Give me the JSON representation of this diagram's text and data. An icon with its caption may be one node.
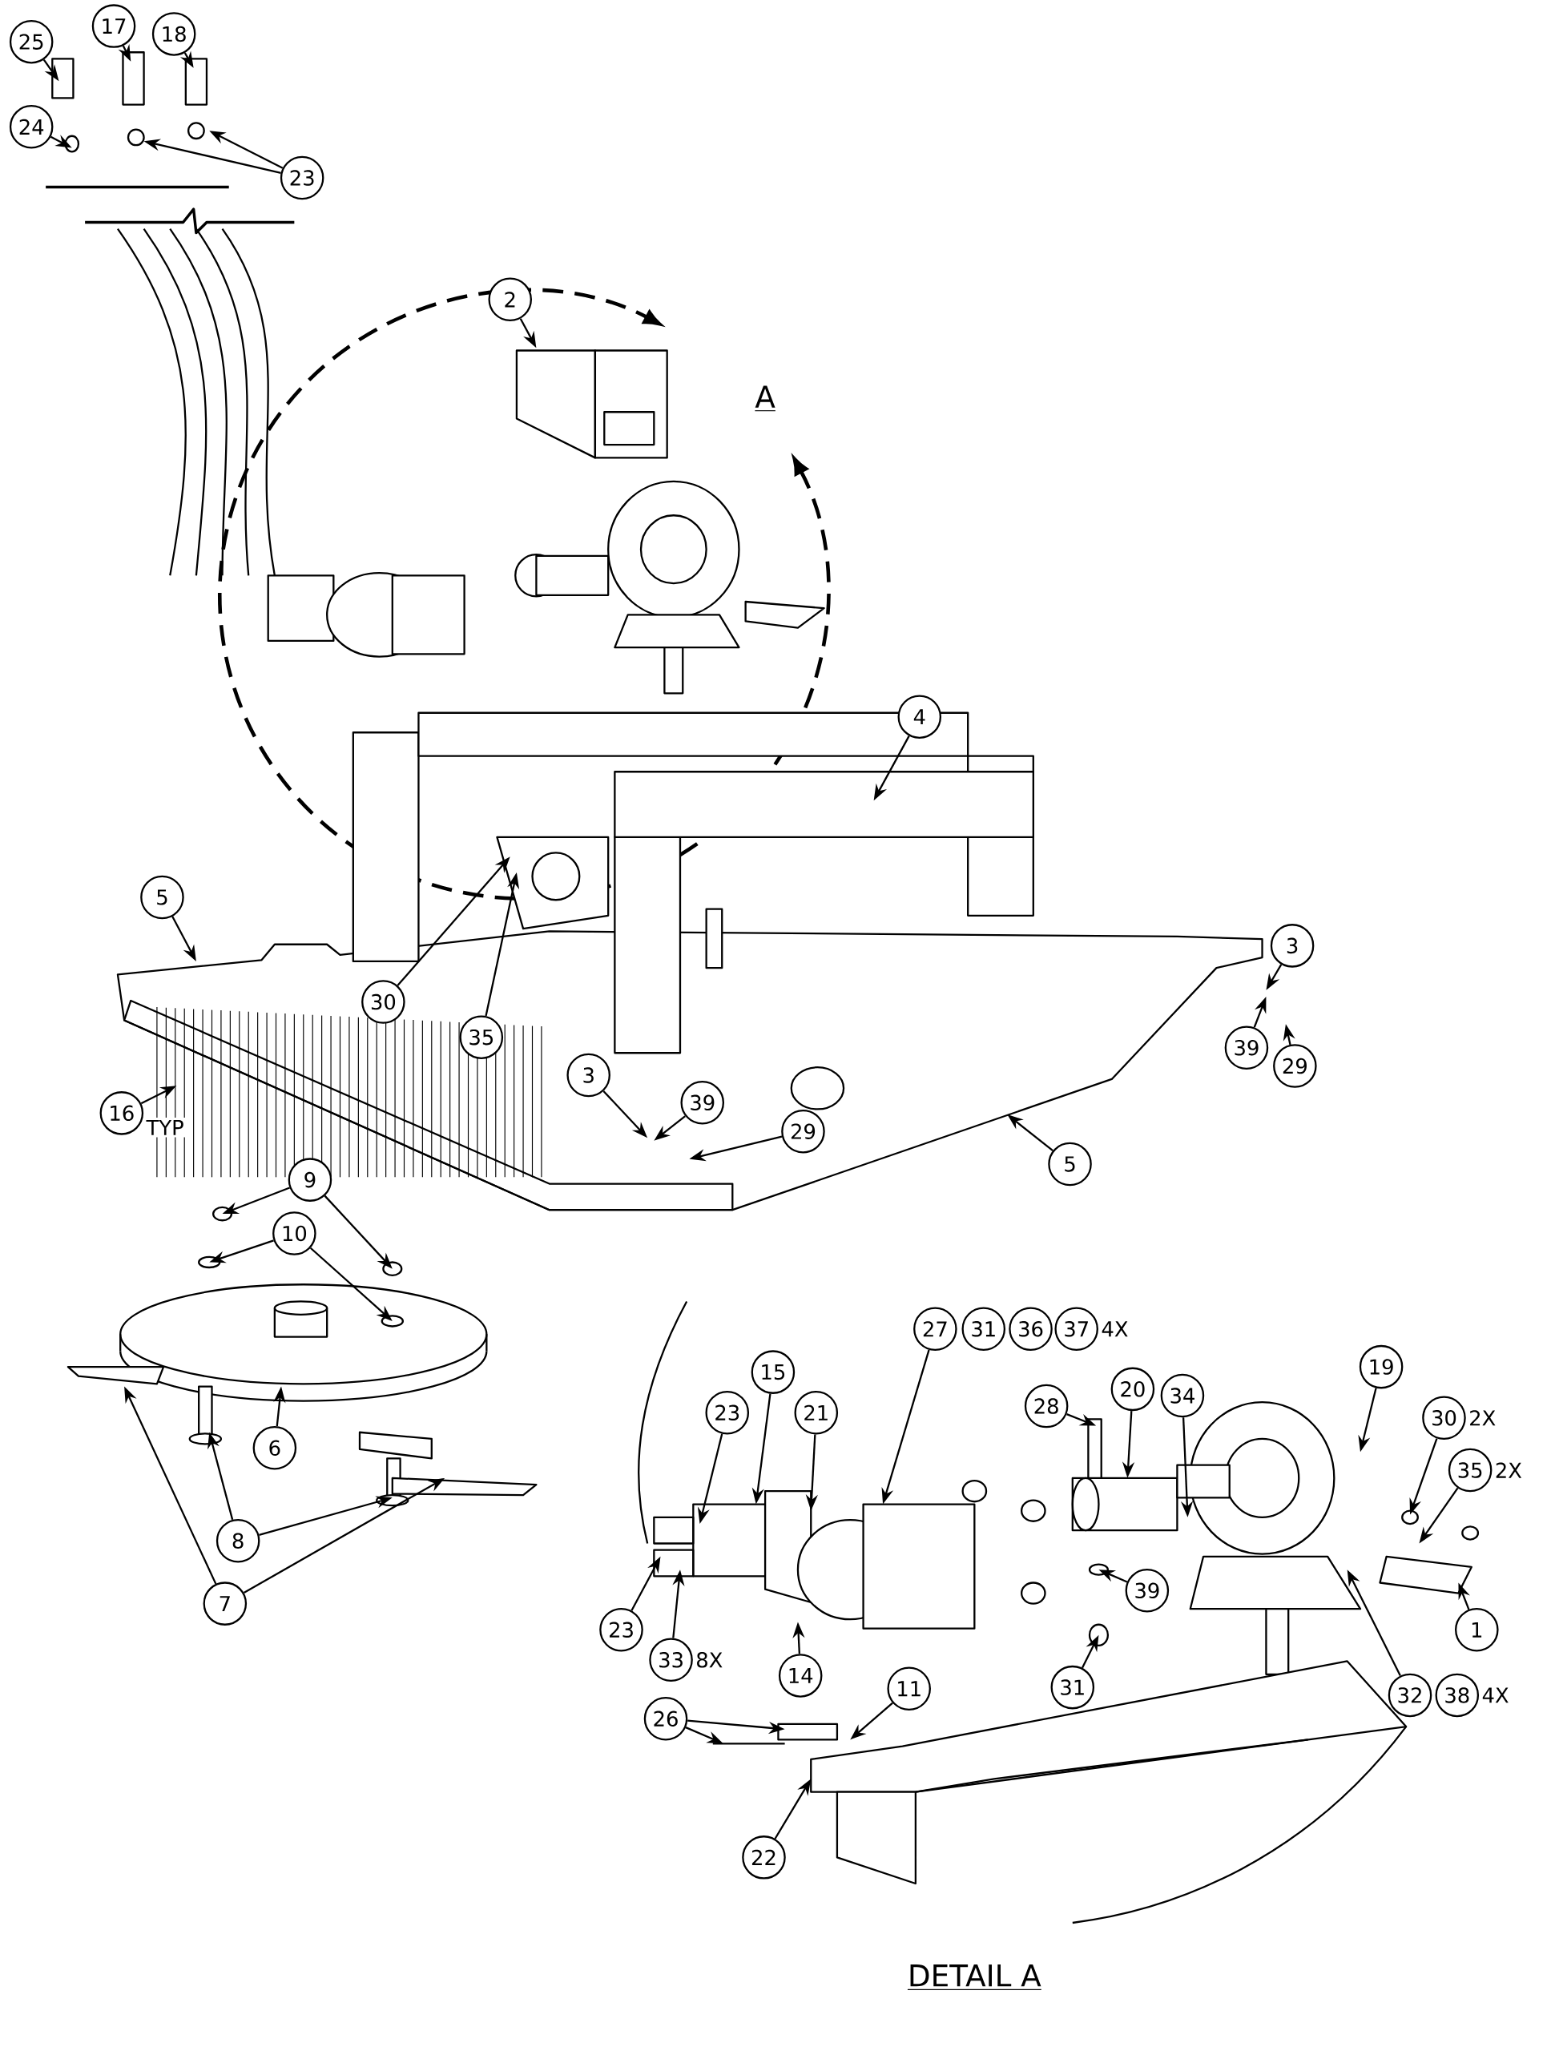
{
  "diagram": {
    "nodes": [
      {
        "text": [
          "25"
        ]
      },
      {
        "text": [
          "17"
        ]
      },
      {
        "text": [
          "18"
        ]
      },
      {
        "text": [
          "24"
        ]
      },
      {
        "text": [
          "23"
        ]
      },
      {
        "text": [
          "2"
        ]
      },
      {
        "text": [
          "4"
        ]
      },
      {
        "text": [
          "5"
        ]
      },
      {
        "text": [
          "3"
        ]
      },
      {
        "text": [
          "30"
        ]
      },
      {
        "text": [
          "35"
        ]
      },
      {
        "text": [
          "39"
        ]
      },
      {
        "text": [
          "29"
        ]
      },
      {
        "text": [
          "16"
        ],
        "beside": [
          "TYP"
        ]
      },
      {
        "text": [
          "3"
        ]
      },
      {
        "text": [
          "39"
        ]
      },
      {
        "text": [
          "29"
        ]
      },
      {
        "text": [
          "5"
        ]
      },
      {
        "text": [
          "9"
        ]
      },
      {
        "text": [
          "10"
        ]
      },
      {
        "text": [
          "6"
        ]
      },
      {
        "text": [
          "8"
        ]
      },
      {
        "text": [
          "7"
        ]
      },
      {
        "text": [
          "27"
        ]
      },
      {
        "text": [
          "31"
        ]
      },
      {
        "text": [
          "36"
        ]
      },
      {
        "text": [
          "37"
        ],
        "beside": [
          "4X"
        ]
      },
      {
        "text": [
          "15"
        ]
      },
      {
        "text": [
          "19"
        ]
      },
      {
        "text": [
          "23"
        ]
      },
      {
        "text": [
          "21"
        ]
      },
      {
        "text": [
          "28"
        ]
      },
      {
        "text": [
          "20"
        ]
      },
      {
        "text": [
          "34"
        ]
      },
      {
        "text": [
          "30"
        ],
        "beside": [
          "2X"
        ]
      },
      {
        "text": [
          "35"
        ],
        "beside": [
          "2X"
        ]
      },
      {
        "text": [
          "39"
        ]
      },
      {
        "text": [
          "1"
        ]
      },
      {
        "text": [
          "23"
        ]
      },
      {
        "text": [
          "33"
        ],
        "beside": [
          "8X"
        ]
      },
      {
        "text": [
          "14"
        ]
      },
      {
        "text": [
          "32"
        ]
      },
      {
        "text": [
          "38"
        ],
        "beside": [
          "4X"
        ]
      },
      {
        "text": [
          "31"
        ]
      },
      {
        "text": [
          "11"
        ]
      },
      {
        "text": [
          "26"
        ]
      },
      {
        "text": [
          "22"
        ]
      }
    ],
    "edges": [
      {
        "from": 0,
        "to": null,
        "arrow": "to"
      },
      {
        "from": 1,
        "to": null,
        "arrow": "to"
      },
      {
        "from": 2,
        "to": null,
        "arrow": "to"
      },
      {
        "from": 3,
        "to": null,
        "arrow": "to"
      },
      {
        "from": 4,
        "to": null,
        "arrow": "to"
      },
      {
        "from": 4,
        "to": null,
        "arrow": "to"
      },
      {
        "from": 5,
        "to": null,
        "arrow": "to"
      },
      {
        "from": 6,
        "to": null,
        "arrow": "to"
      },
      {
        "from": 7,
        "to": null,
        "arrow": "to"
      },
      {
        "from": 8,
        "to": null,
        "arrow": "to"
      },
      {
        "from": 9,
        "to": null,
        "arrow": "to"
      },
      {
        "from": 10,
        "to": null,
        "arrow": "to"
      },
      {
        "from": 11,
        "to": null,
        "arrow": "to"
      },
      {
        "from": 12,
        "to": null,
        "arrow": "to"
      },
      {
        "from": 13,
        "to": null,
        "arrow": "to"
      },
      {
        "from": 14,
        "to": null,
        "arrow": "to"
      },
      {
        "from": 15,
        "to": null,
        "arrow": "to"
      },
      {
        "from": 16,
        "to": null,
        "arrow": "to"
      },
      {
        "from": 17,
        "to": null,
        "arrow": "to"
      },
      {
        "from": 18,
        "to": null,
        "arrow": "to"
      },
      {
        "from": 18,
        "to": null,
        "arrow": "to"
      },
      {
        "from": 19,
        "to": null,
        "arrow": "to"
      },
      {
        "from": 19,
        "to": null,
        "arrow": "to"
      },
      {
        "from": 20,
        "to": null,
        "arrow": "to"
      },
      {
        "from": 21,
        "to": null,
        "arrow": "to"
      },
      {
        "from": 21,
        "to": null,
        "arrow": "to"
      },
      {
        "from": 22,
        "to": null,
        "arrow": "to"
      },
      {
        "from": 22,
        "to": null,
        "arrow": "to"
      },
      {
        "from": 23,
        "to": null,
        "arrow": "to"
      },
      {
        "from": 27,
        "to": null,
        "arrow": "to"
      },
      {
        "from": 28,
        "to": null,
        "arrow": "to"
      },
      {
        "from": 29,
        "to": null,
        "arrow": "to"
      },
      {
        "from": 30,
        "to": null,
        "arrow": "to"
      },
      {
        "from": 31,
        "to": null,
        "arrow": "to"
      },
      {
        "from": 32,
        "to": null,
        "arrow": "to"
      },
      {
        "from": 33,
        "to": null,
        "arrow": "to"
      },
      {
        "from": 34,
        "to": null,
        "arrow": "to"
      },
      {
        "from": 35,
        "to": null,
        "arrow": "to"
      },
      {
        "from": 36,
        "to": null,
        "arrow": "to"
      },
      {
        "from": 37,
        "to": null,
        "arrow": "to"
      },
      {
        "from": 38,
        "to": null,
        "arrow": "to"
      },
      {
        "from": 39,
        "to": null,
        "arrow": "to"
      },
      {
        "from": 40,
        "to": null,
        "arrow": "to"
      },
      {
        "from": 41,
        "to": null,
        "arrow": "to"
      },
      {
        "from": 43,
        "to": null,
        "arrow": "to"
      },
      {
        "from": 44,
        "to": null,
        "arrow": "to"
      },
      {
        "from": 45,
        "to": null,
        "arrow": "to"
      },
      {
        "from": 45,
        "to": null,
        "arrow": "to"
      },
      {
        "from": 46,
        "to": null,
        "arrow": "to"
      }
    ],
    "labels": [
      "A",
      "DETAIL A"
    ]
  }
}
